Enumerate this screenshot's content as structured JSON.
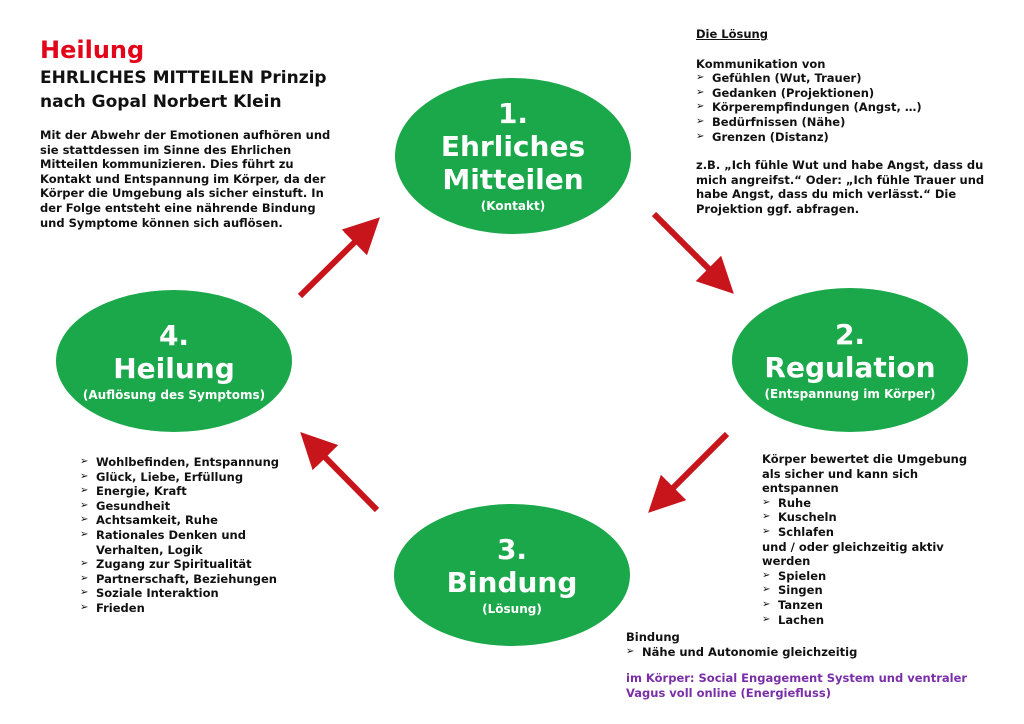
{
  "header": {
    "title": "Heilung",
    "subtitle_line1": "EHRLICHES MITTEILEN Prinzip",
    "subtitle_line2": "nach Gopal Norbert Klein",
    "intro": "Mit der Abwehr der Emotionen aufhören und sie stattdessen im Sinne des Ehrlichen Mitteilen kommunizieren. Dies führt zu Kontakt und Entspannung im Körper, da der Körper die Umgebung als sicher einstuft. In der Folge entsteht eine nährende Bindung und Symptome können sich auflösen."
  },
  "nodes": {
    "n1": {
      "number": "1.",
      "line1": "Ehrliches",
      "line2": "Mitteilen",
      "sub": "(Kontakt)"
    },
    "n2": {
      "number": "2.",
      "line1": "Regulation",
      "sub": "(Entspannung im Körper)"
    },
    "n3": {
      "number": "3.",
      "line1": "Bindung",
      "sub": "(Lösung)"
    },
    "n4": {
      "number": "4.",
      "line1": "Heilung",
      "sub": "(Auflösung des Symptoms)"
    }
  },
  "loesung": {
    "heading": "Die Lösung",
    "intro": "Kommunikation von",
    "items": [
      "Gefühlen (Wut, Trauer)",
      "Gedanken (Projektionen)",
      "Körperempfindungen (Angst, …)",
      "Bedürfnissen (Nähe)",
      "Grenzen (Distanz)"
    ],
    "example": "z.B. „Ich fühle Wut und habe Angst, dass du mich angreifst.“ Oder: „Ich fühle Trauer und habe Angst, dass du mich verlässt.“ Die Projektion ggf. abfragen."
  },
  "regulation": {
    "intro": "Körper bewertet die Umgebung als sicher und kann sich entspannen",
    "items1": [
      "Ruhe",
      "Kuscheln",
      "Schlafen"
    ],
    "middle": "und / oder gleichzeitig aktiv werden",
    "items2": [
      "Spielen",
      "Singen",
      "Tanzen",
      "Lachen"
    ]
  },
  "bindung": {
    "heading": "Bindung",
    "items": [
      "Nähe und Autonomie gleichzeitig"
    ],
    "purple": "im Körper: Social Engagement System und ventraler Vagus voll online (Energiefluss)"
  },
  "heilung": {
    "items": [
      "Wohlbefinden, Entspannung",
      "Glück, Liebe, Erfüllung",
      "Energie, Kraft",
      "Gesundheit",
      "Achtsamkeit, Ruhe",
      "Rationales Denken und Verhalten, Logik",
      "Zugang zur Spiritualität",
      "Partnerschaft, Beziehungen",
      "Soziale Interaktion",
      "Frieden"
    ]
  },
  "colors": {
    "green": "#1aa84b",
    "red_title": "#e3061b",
    "arrow": "#c8141b",
    "purple": "#7a2fa8"
  }
}
